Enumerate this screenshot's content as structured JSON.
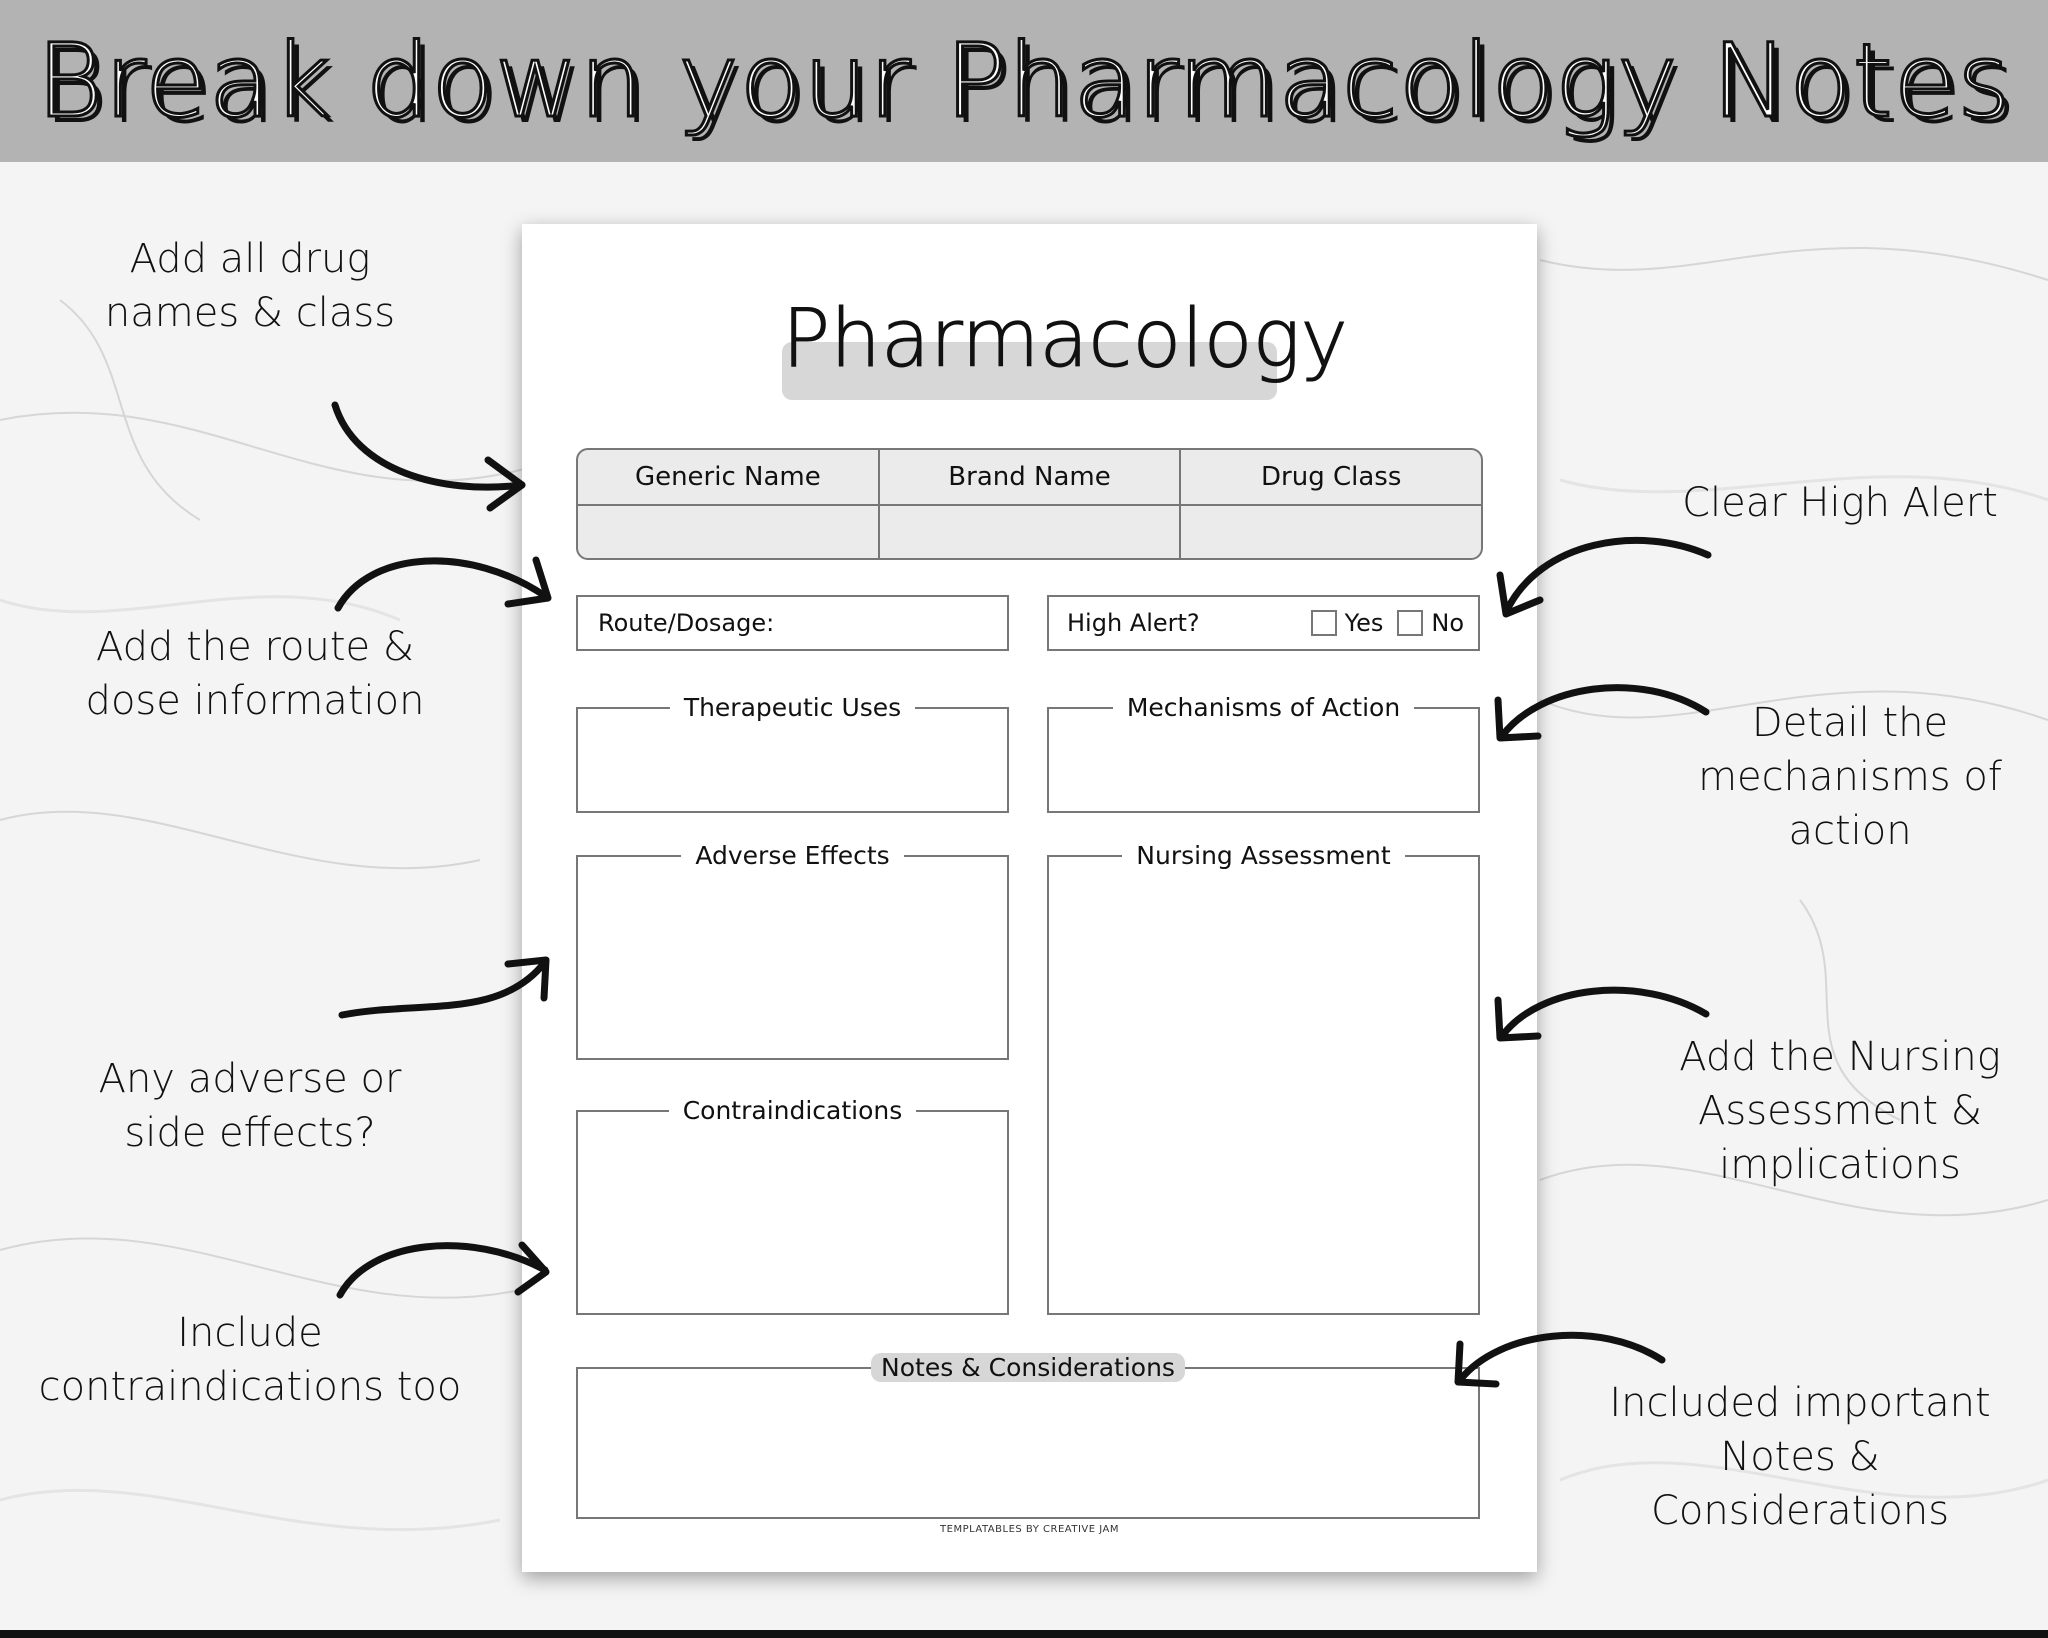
{
  "banner": {
    "title": "Break down your Pharmacology Notes"
  },
  "sheet": {
    "title": "Pharmacology",
    "name_table": {
      "headers": [
        "Generic Name",
        "Brand Name",
        "Drug Class"
      ],
      "values": [
        "",
        "",
        ""
      ]
    },
    "route_dosage": {
      "label": "Route/Dosage:",
      "value": ""
    },
    "high_alert": {
      "label": "High Alert?",
      "yes_label": "Yes",
      "no_label": "No",
      "yes_checked": false,
      "no_checked": false
    },
    "sections": {
      "therapeutic_uses": "Therapeutic Uses",
      "mechanisms_of_action": "Mechanisms of Action",
      "adverse_effects": "Adverse Effects",
      "nursing_assessment": "Nursing Assessment",
      "contraindications": "Contraindications",
      "notes_considerations": "Notes & Considerations"
    },
    "credit": "TEMPLATABLES BY CREATIVE JAM"
  },
  "annotations": {
    "drug_names": [
      "Add all drug",
      "names & class"
    ],
    "route_dose": [
      "Add the route &",
      "dose information"
    ],
    "adverse": [
      "Any adverse or",
      "side effects?"
    ],
    "contraindications": [
      "Include",
      "contraindications too"
    ],
    "high_alert": [
      "Clear High Alert"
    ],
    "mechanisms": [
      "Detail the",
      "mechanisms of",
      "action"
    ],
    "nursing": [
      "Add the Nursing",
      "Assessment &",
      "implications"
    ],
    "notes": [
      "Included important",
      "Notes &",
      "Considerations"
    ]
  },
  "colors": {
    "banner": "#b3b3b3",
    "title_highlight": "#d7d7d7",
    "header_cells": "#ebebeb",
    "border": "#777777"
  }
}
